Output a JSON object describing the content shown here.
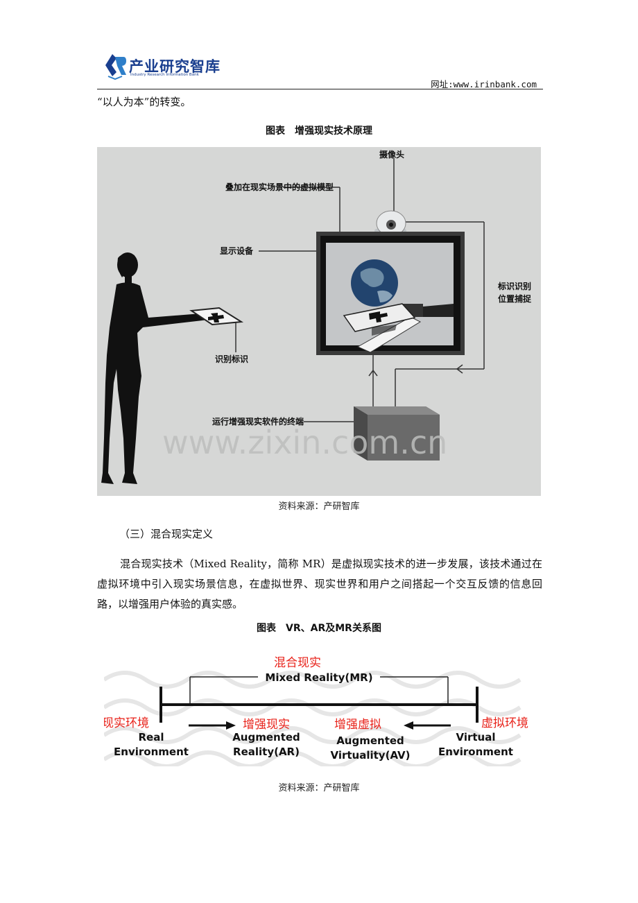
{
  "header": {
    "logo_main": "产业研究智库",
    "logo_sub": "Industry Research Information Bank",
    "url": "网址:www.irinbank.com"
  },
  "intro_text": "“以人为本”的转变。",
  "figure1": {
    "title": "图表　增强现实技术原理",
    "labels": {
      "camera": "摄像头",
      "virtual_model": "叠加在现实场景中的虚拟模型",
      "display": "显示设备",
      "tracking_line1": "标识识别",
      "tracking_line2": "位置捕捉",
      "marker": "识别标识",
      "terminal": "运行增强现实软件的终端"
    },
    "watermark": "www.zixin.com.cn",
    "source": "资料来源：产研智库"
  },
  "section": {
    "heading": "（三）混合现实定义",
    "paragraph": "混合现实技术（Mixed Reality，简称 MR）是虚拟现实技术的进一步发展，该技术通过在虚拟环境中引入现实场景信息，在虚拟世界、现实世界和用户之间搭起一个交互反馈的信息回路，以增强用户体验的真实感。"
  },
  "figure2": {
    "title": "图表　VR、AR及MR关系图",
    "mr_cn": "混合现实",
    "mr_en": "Mixed Reality(MR)",
    "real_cn": "现实环境",
    "real_en_1": "Real",
    "real_en_2": "Environment",
    "ar_cn": "增强现实",
    "ar_en_1": "Augmented",
    "ar_en_2": "Reality(AR)",
    "av_cn": "增强虚拟",
    "av_en_1": "Augmented",
    "av_en_2": "Virtuality(AV)",
    "virtual_cn": "虚拟环境",
    "virtual_en_1": "Virtual",
    "virtual_en_2": "Environment",
    "accent_color": "#e8221a",
    "source": "资料来源：产研智库"
  },
  "colors": {
    "logo_blue": "#1a3f8f",
    "figure_bg": "#d6d7d6"
  }
}
